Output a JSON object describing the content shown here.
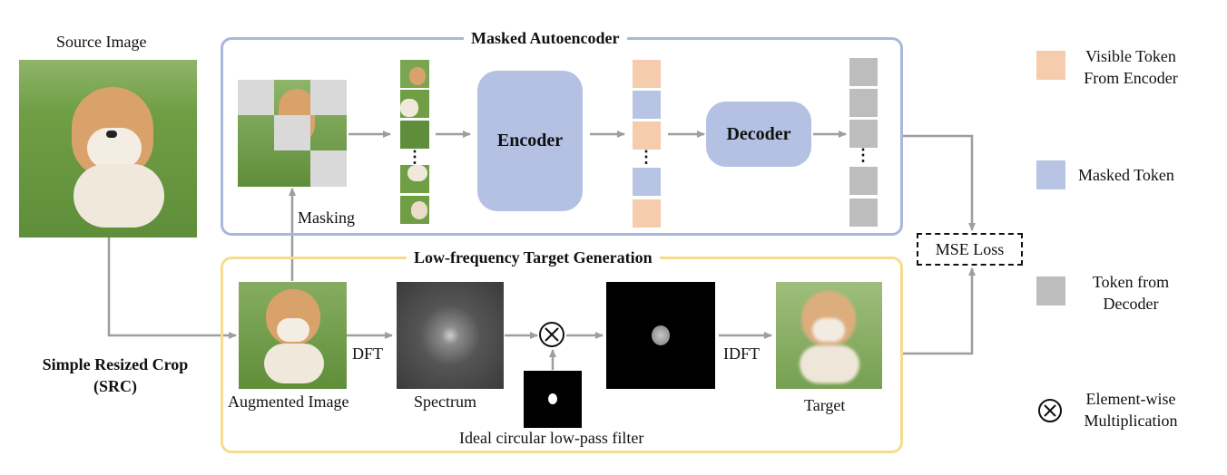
{
  "source_label": "Source Image",
  "src_label_1": "Simple Resized Crop",
  "src_label_2": "(SRC)",
  "mae_title": "Masked Autoencoder",
  "lf_title": "Low-frequency Target Generation",
  "encoder": "Encoder",
  "decoder": "Decoder",
  "masking": "Masking",
  "dft": "DFT",
  "idft": "IDFT",
  "augmented": "Augmented Image",
  "spectrum": "Spectrum",
  "filter": "Ideal circular low-pass filter",
  "target": "Target",
  "mse": "MSE Loss",
  "dots": "⋮",
  "otimes": "⊗",
  "legend": {
    "visible_1": "Visible Token",
    "visible_2": "From Encoder",
    "masked": "Masked Token",
    "decoder_1": "Token from",
    "decoder_2": "Decoder",
    "mult_1": "Element-wise",
    "mult_2": "Multiplication"
  },
  "colors": {
    "visible": "#f5cdae",
    "masked": "#b7c4e4",
    "decoder_token": "#bdbdbd",
    "mae_border": "#a9b8da",
    "lf_border": "#f6dc8f"
  }
}
